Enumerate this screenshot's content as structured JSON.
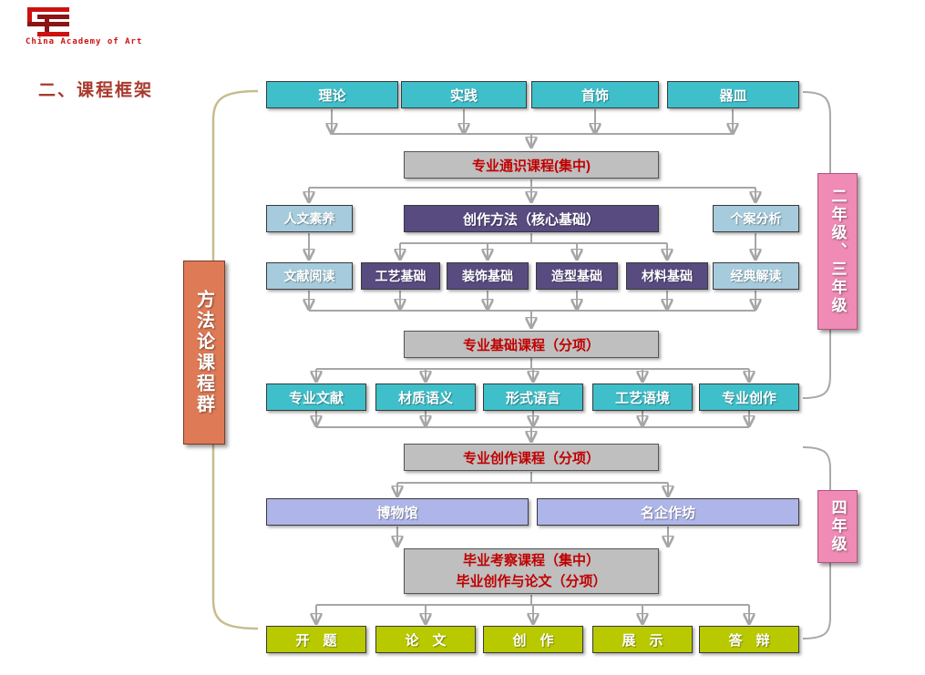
{
  "page": {
    "logo_caption": "China Academy of Art",
    "title": "二、课程框架"
  },
  "side": {
    "method_group": "方法论课程群",
    "grade_23": "二年级、三年级",
    "grade_4": "四年级"
  },
  "flow": {
    "top_row": [
      "理论",
      "实践",
      "首饰",
      "器皿"
    ],
    "stage_general": "专业通识课程(集中)",
    "humanities": "人文素养",
    "core_method": "创作方法（核心基础）",
    "case_analysis": "个案分析",
    "basics_row": [
      "文献阅读",
      "工艺基础",
      "装饰基础",
      "造型基础",
      "材料基础",
      "经典解读"
    ],
    "stage_basic": "专业基础课程（分项）",
    "specialty_row": [
      "专业文献",
      "材质语义",
      "形式语言",
      "工艺语境",
      "专业创作"
    ],
    "stage_creation": "专业创作课程（分项）",
    "practice_row": [
      "博物馆",
      "名企作坊"
    ],
    "stage_graduation_line1": "毕业考察课程（集中）",
    "stage_graduation_line2": "毕业创作与论文（分项）",
    "bottom_row": [
      "开　题",
      "论　文",
      "创　作",
      "展　示",
      "答　辩"
    ]
  },
  "colors": {
    "teal": "#3fbfc9",
    "light_blue": "#a5cbdc",
    "dark_purple": "#574b80",
    "gray": "#bfbfbf",
    "lavender": "#aeb5e8",
    "yellow_green": "#b9c900",
    "orange": "#df7a56",
    "pink": "#f08bb5",
    "stage_text_red": "#c00000",
    "arrow_gray": "#a6a6a6"
  }
}
